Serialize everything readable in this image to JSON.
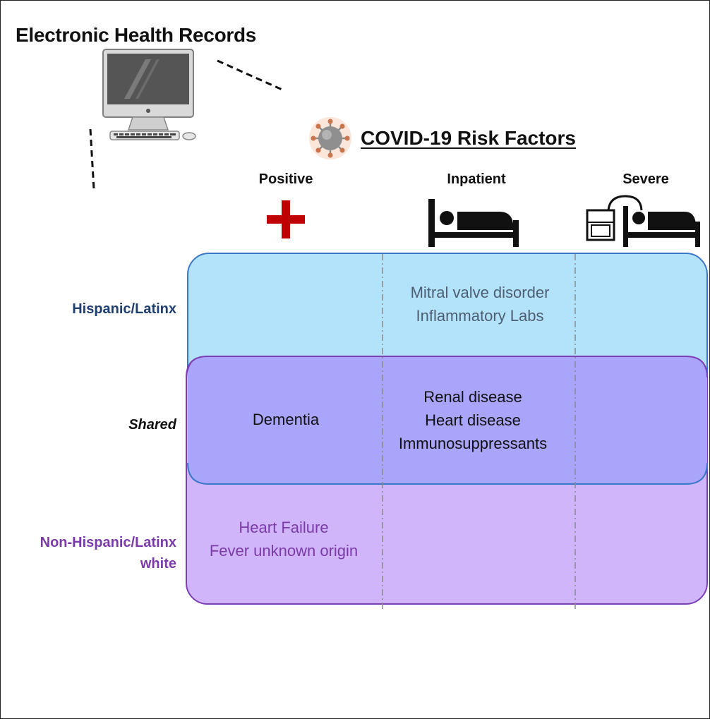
{
  "title": "Electronic Health Records",
  "subtitle": "COVID-19 Risk Factors",
  "columns": {
    "positive": "Positive",
    "inpatient": "Inpatient",
    "severe": "Severe"
  },
  "rows": {
    "hispanic": "Hispanic/Latinx",
    "shared": "Shared",
    "non_hispanic_line1": "Non-Hispanic/Latinx",
    "non_hispanic_line2": "white"
  },
  "factors": {
    "hispanic_inpatient": [
      "Mitral valve disorder",
      "Inflammatory Labs"
    ],
    "shared_positive": [
      "Dementia"
    ],
    "shared_inpatient": [
      "Renal disease",
      "Heart disease",
      "Immunosuppressants"
    ],
    "non_hispanic_positive": [
      "Heart Failure",
      "Fever unknown origin"
    ]
  },
  "colors": {
    "hispanic_fill": "#b3e3fb",
    "hispanic_stroke": "#3a78c9",
    "shared_fill": "#a9a5fb",
    "non_hispanic_fill": "#d1b5fb",
    "non_hispanic_stroke": "#7d3fb5",
    "hispanic_text": "#1f3f6e",
    "non_hispanic_text": "#7a3aa8",
    "cross": "#c00000"
  },
  "icons": [
    "desktop-computer-icon",
    "coronavirus-icon",
    "plus-cross-icon",
    "hospital-bed-icon",
    "ventilator-bed-icon"
  ]
}
